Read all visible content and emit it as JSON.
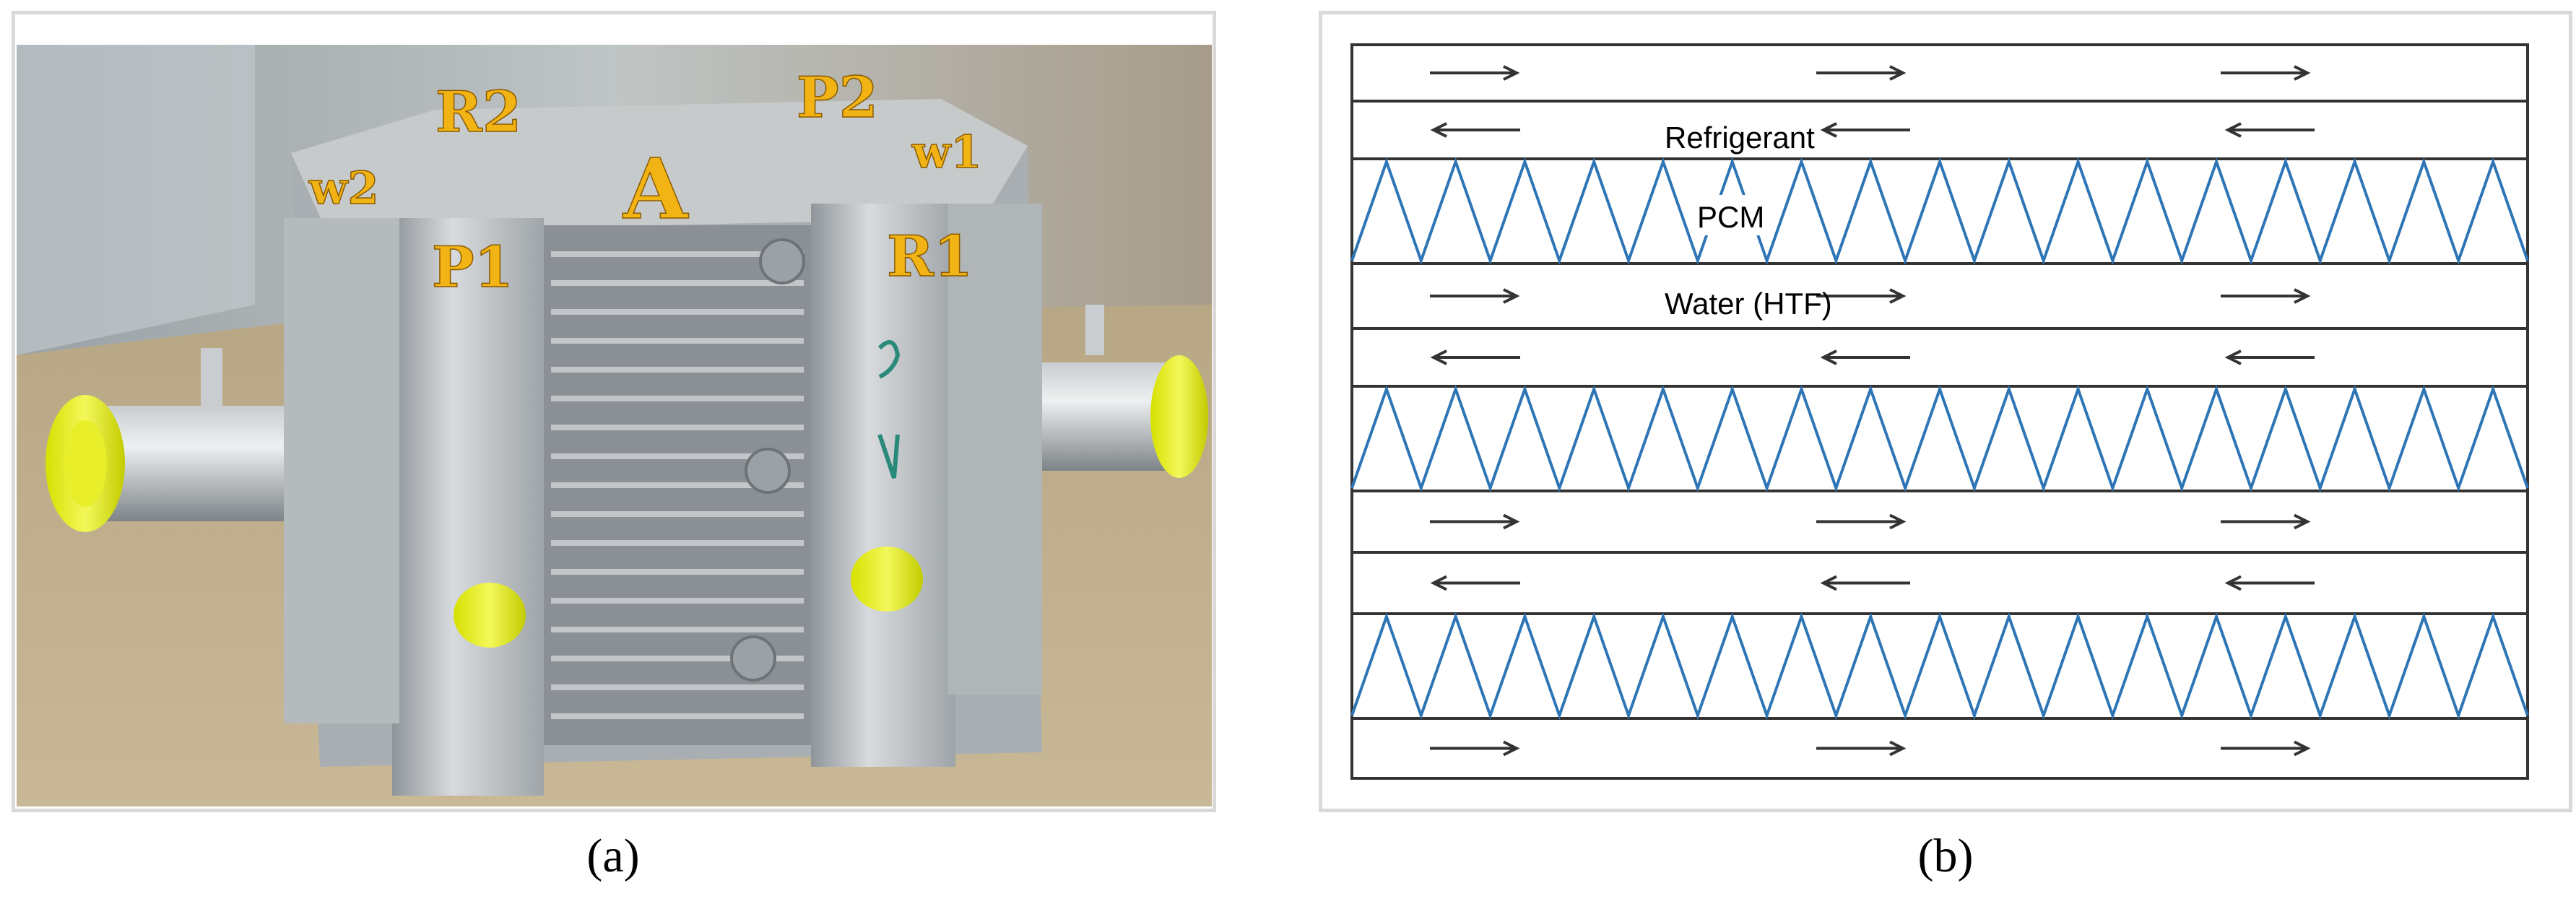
{
  "panel_a": {
    "caption": "(a)",
    "labels": {
      "R2": "R2",
      "P2": "P2",
      "A": "A",
      "w2": "w2",
      "w1": "w1",
      "P1": "P1",
      "R1": "R1"
    }
  },
  "panel_b": {
    "caption": "(b)",
    "labels": {
      "refrigerant": "Refrigerant",
      "pcm": "PCM",
      "water": "Water (HTF)"
    },
    "colors": {
      "channel_lines": "#333333",
      "pcm_zigzag": "#2e75b6",
      "arrows": "#333333"
    },
    "flow_rows": [
      {
        "fluid": "Water (HTF)",
        "direction": "right"
      },
      {
        "fluid": "Refrigerant",
        "direction": "left"
      },
      {
        "fluid": "PCM",
        "direction": "none"
      },
      {
        "fluid": "Water (HTF)",
        "direction": "right"
      },
      {
        "fluid": "Refrigerant",
        "direction": "left"
      },
      {
        "fluid": "PCM",
        "direction": "none"
      },
      {
        "fluid": "Water (HTF)",
        "direction": "right"
      },
      {
        "fluid": "Refrigerant",
        "direction": "left"
      },
      {
        "fluid": "PCM",
        "direction": "none"
      },
      {
        "fluid": "Water (HTF)",
        "direction": "right"
      }
    ]
  }
}
